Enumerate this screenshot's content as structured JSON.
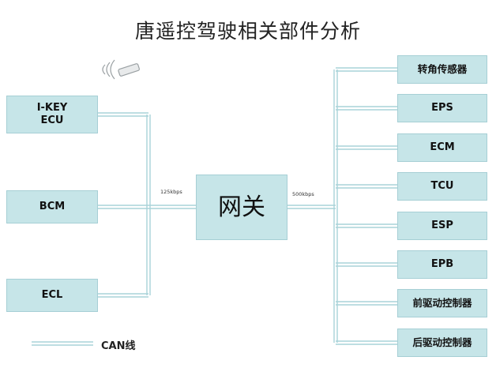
{
  "title": "唐遥控驾驶相关部件分析",
  "left_nodes": [
    {
      "label": "I-KEY\nECU"
    },
    {
      "label": "BCM"
    },
    {
      "label": "ECL"
    }
  ],
  "gateway": {
    "label": "网关"
  },
  "right_nodes": [
    {
      "label": "转角传感器"
    },
    {
      "label": "EPS"
    },
    {
      "label": "ECM"
    },
    {
      "label": "TCU"
    },
    {
      "label": "ESP"
    },
    {
      "label": "EPB"
    },
    {
      "label": "前驱动控制器"
    },
    {
      "label": "后驱动控制器"
    }
  ],
  "speeds": {
    "left": "125kbps",
    "right": "500kbps"
  },
  "legend": {
    "label": "CAN线"
  },
  "colors": {
    "node_fill": "#c6e5e8",
    "line": "#a9d3d9"
  },
  "icons": {
    "remote": "wireless-key-icon"
  }
}
